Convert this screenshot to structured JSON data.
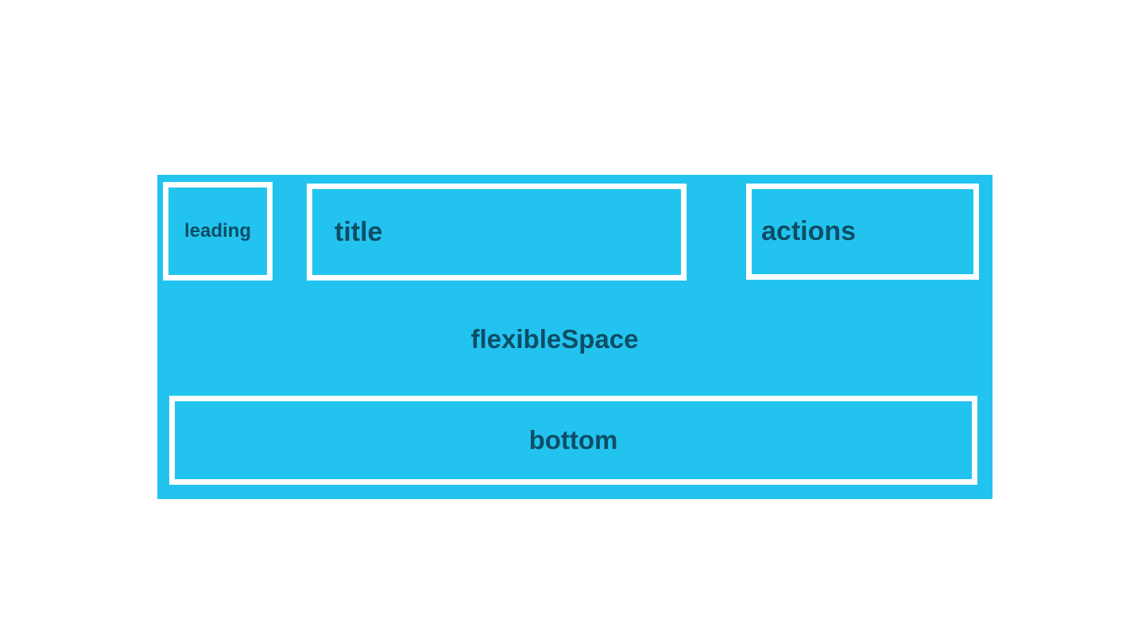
{
  "diagram": {
    "description": "AppBar layout anatomy diagram",
    "background": "#ffffff",
    "appbar_color": "#22c4ef",
    "label_color": "#0d4d66",
    "border_color": "#ffffff",
    "slots": {
      "leading": {
        "label": "leading"
      },
      "title": {
        "label": "title"
      },
      "actions": {
        "label": "actions"
      },
      "flexible_space": {
        "label": "flexibleSpace"
      },
      "bottom": {
        "label": "bottom"
      }
    }
  }
}
